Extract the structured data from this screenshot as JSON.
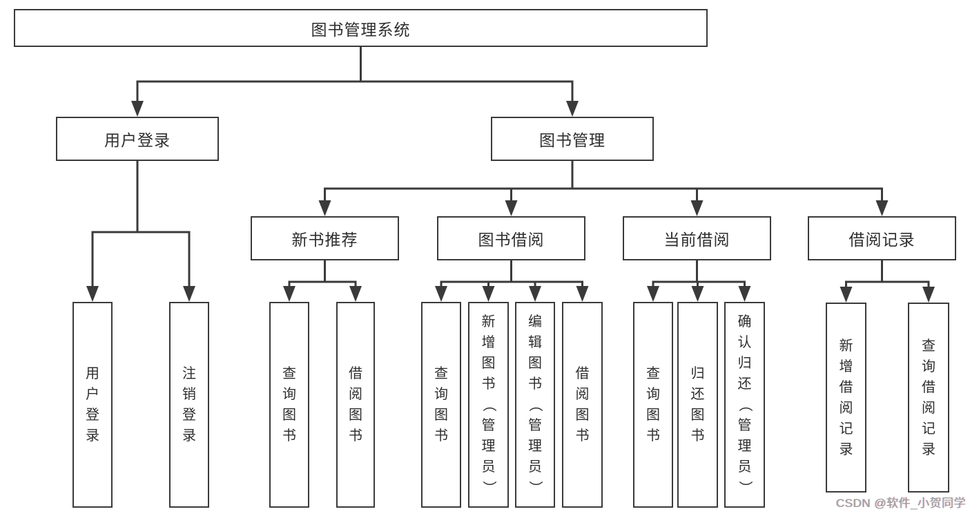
{
  "diagram": {
    "title": "图书管理系统",
    "watermark": "CSDN @软件_小贺同学",
    "colors": {
      "line": "#3a3a3a",
      "text": "#2e2e2e",
      "background": "#ffffff",
      "watermark": "#9a9a9a"
    },
    "nodes": [
      {
        "id": "root",
        "label": "图书管理系统",
        "parent": null
      },
      {
        "id": "user-login",
        "label": "用户登录",
        "parent": "root"
      },
      {
        "id": "book-mgmt",
        "label": "图书管理",
        "parent": "root"
      },
      {
        "id": "new-book-rec",
        "label": "新书推荐",
        "parent": "book-mgmt"
      },
      {
        "id": "book-borrow",
        "label": "图书借阅",
        "parent": "book-mgmt"
      },
      {
        "id": "current-borrow",
        "label": "当前借阅",
        "parent": "book-mgmt"
      },
      {
        "id": "borrow-records",
        "label": "借阅记录",
        "parent": "book-mgmt"
      },
      {
        "id": "leaf-user-login",
        "label": "用户登录",
        "parent": "user-login"
      },
      {
        "id": "leaf-logout",
        "label": "注销登录",
        "parent": "user-login"
      },
      {
        "id": "leaf-query-book-1",
        "label": "查询图书",
        "parent": "new-book-rec"
      },
      {
        "id": "leaf-borrow-book-1",
        "label": "借阅图书",
        "parent": "new-book-rec"
      },
      {
        "id": "leaf-query-book-2",
        "label": "查询图书",
        "parent": "book-borrow"
      },
      {
        "id": "leaf-add-book",
        "label": "新增图书（管理员）",
        "parent": "book-borrow"
      },
      {
        "id": "leaf-edit-book",
        "label": "编辑图书（管理员）",
        "parent": "book-borrow"
      },
      {
        "id": "leaf-borrow-book-2",
        "label": "借阅图书",
        "parent": "book-borrow"
      },
      {
        "id": "leaf-query-book-3",
        "label": "查询图书",
        "parent": "current-borrow"
      },
      {
        "id": "leaf-return-book",
        "label": "归还图书",
        "parent": "current-borrow"
      },
      {
        "id": "leaf-confirm-return",
        "label": "确认归还（管理员）",
        "parent": "current-borrow"
      },
      {
        "id": "leaf-add-record",
        "label": "新增借阅记录",
        "parent": "borrow-records"
      },
      {
        "id": "leaf-query-record",
        "label": "查询借阅记录",
        "parent": "borrow-records"
      }
    ]
  }
}
